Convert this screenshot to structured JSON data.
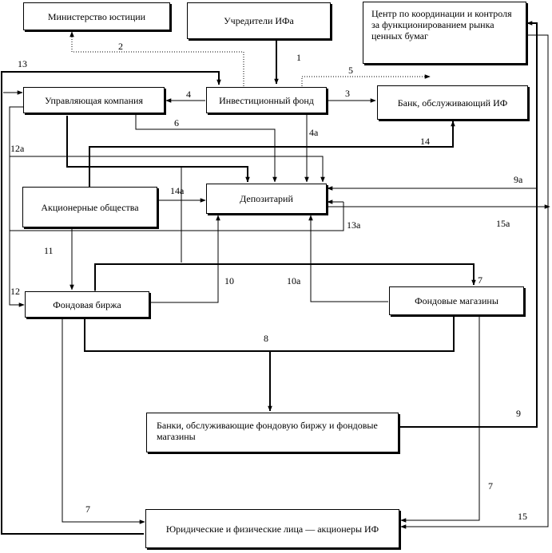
{
  "nodes": {
    "ministry": "Министерство юстиции",
    "founders": "Учредители ИФа",
    "center": "Центр по координации и контроля за функционированием рынка ценных бумаг",
    "management": "Управляющая компания",
    "fund": "Инвестиционный фонд",
    "bank_if": "Банк, обслуживающий ИФ",
    "depository": "Депозитарий",
    "jsc": "Акционерные общества",
    "exchange": "Фондовая биржа",
    "shops": "Фондовые магазины",
    "banks_exchange": "Банки, обслуживающие фондовую биржу и фондовые магазины",
    "shareholders": "Юридические и физические лица — акционеры ИФ"
  },
  "labels": {
    "l1": "1",
    "l2": "2",
    "l3": "3",
    "l4": "4",
    "l4a": "4а",
    "l5": "5",
    "l6": "6",
    "l7_shops": "7",
    "l7_left": "7",
    "l7_right": "7",
    "l8": "8",
    "l9": "9",
    "l9a": "9а",
    "l10": "10",
    "l10a": "10а",
    "l11": "11",
    "l12": "12",
    "l12a": "12а",
    "l13": "13",
    "l13a": "13а",
    "l14": "14",
    "l14a": "14а",
    "l15": "15",
    "l15a": "15а"
  }
}
